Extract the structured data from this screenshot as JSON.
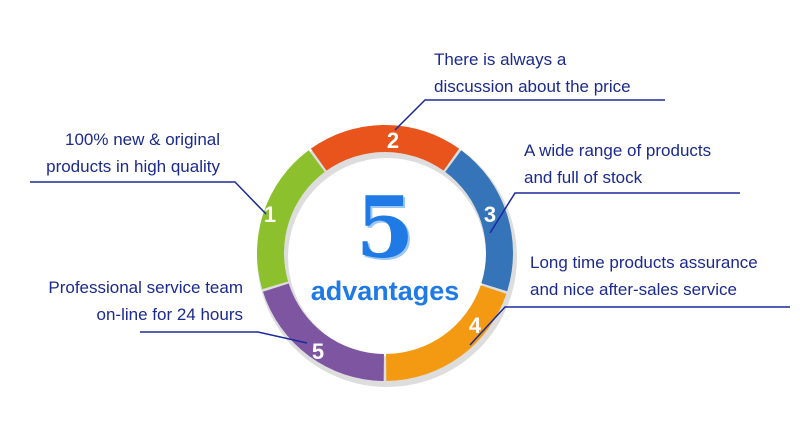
{
  "center": {
    "number": "5",
    "word": "advantages"
  },
  "segments": [
    {
      "num": "1",
      "color": "#8cc02c",
      "text": [
        "100% new & original",
        "products in high quality"
      ]
    },
    {
      "num": "2",
      "color": "#e8541b",
      "text": [
        "There is always a",
        "discussion about the price"
      ]
    },
    {
      "num": "3",
      "color": "#3574b8",
      "text": [
        "A wide range of products",
        "and full of stock"
      ]
    },
    {
      "num": "4",
      "color": "#f39a12",
      "text": [
        "Long time products assurance",
        "and nice after-sales service"
      ]
    },
    {
      "num": "5",
      "color": "#7d55a0",
      "text": [
        "Professional service team",
        "on-line for 24 hours"
      ]
    }
  ],
  "line_color": "#1b2a9c"
}
